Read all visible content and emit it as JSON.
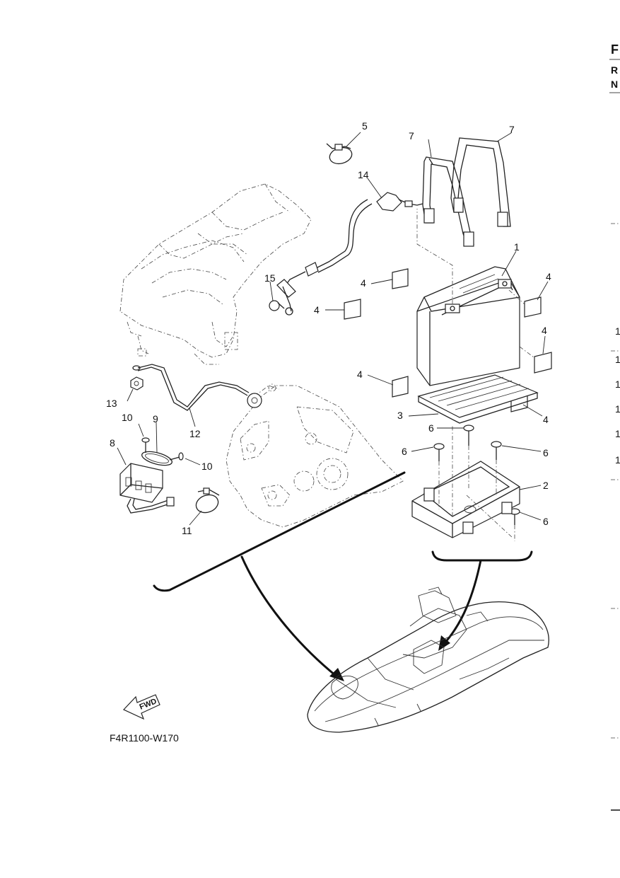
{
  "drawing_code": "F4R1100-W170",
  "fwd_arrow_label": "FWD",
  "edge_labels": {
    "top_letter": "F",
    "second_letter": "R",
    "third_letter": "N",
    "side_numbers": [
      "1",
      "1",
      "1",
      "1",
      "1",
      "1"
    ]
  },
  "callouts": {
    "c1": "1",
    "c2": "2",
    "c3": "3",
    "c4a": "4",
    "c4b": "4",
    "c4c": "4",
    "c4d": "4",
    "c4e": "4",
    "c4f": "4",
    "c5": "5",
    "c6a": "6",
    "c6b": "6",
    "c6c": "6",
    "c6d": "6",
    "c7a": "7",
    "c7b": "7",
    "c8": "8",
    "c9": "9",
    "c10a": "10",
    "c10b": "10",
    "c11": "11",
    "c12": "12",
    "c13": "13",
    "c14": "14",
    "c15": "15"
  }
}
